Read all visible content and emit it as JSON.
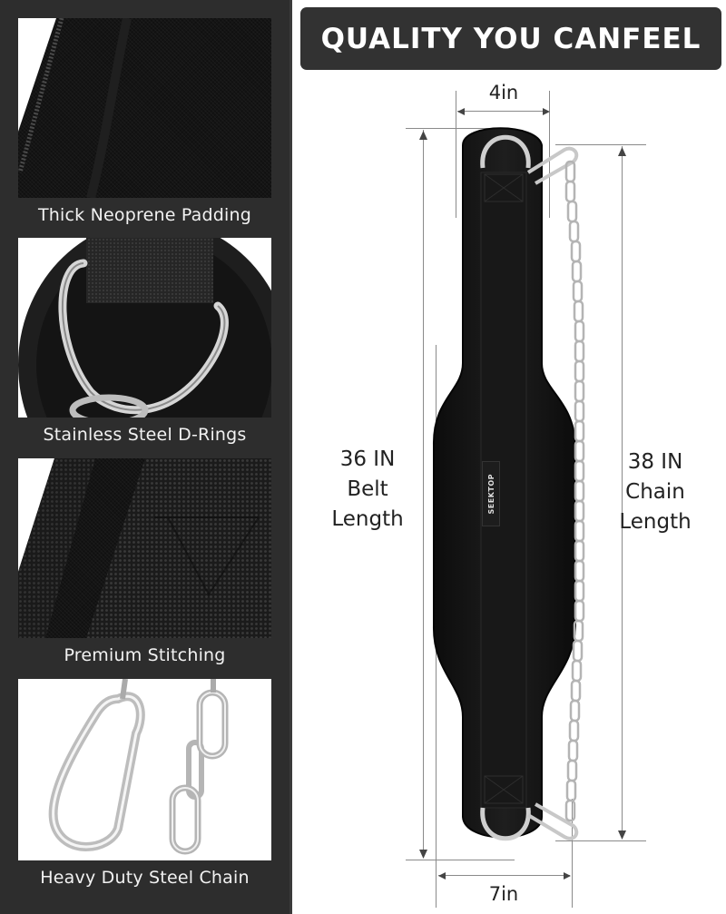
{
  "banner": {
    "title": "QUALITY YOU CANFEEL"
  },
  "features": [
    {
      "caption": "Thick Neoprene Padding",
      "image": "neoprene-padding-closeup"
    },
    {
      "caption": "Stainless Steel D-Rings",
      "image": "d-ring-closeup"
    },
    {
      "caption": "Premium Stitching",
      "image": "stitching-closeup"
    },
    {
      "caption": "Heavy Duty Steel Chain",
      "image": "carabiner-and-chain"
    }
  ],
  "diagram": {
    "top_width": "4in",
    "bottom_width": "7in",
    "belt_length": {
      "value": "36 IN",
      "line2": "Belt",
      "line3": "Length"
    },
    "chain_length": {
      "value": "38 IN",
      "line2": "Chain",
      "line3": "Length"
    },
    "brand_logo_text": "SEEKTOP"
  },
  "colors": {
    "panel_bg": "#2d2d2d",
    "banner_bg": "#323232",
    "text_light": "#f2f2f2",
    "belt_black": "#111111",
    "steel": "#c8c8c8"
  }
}
